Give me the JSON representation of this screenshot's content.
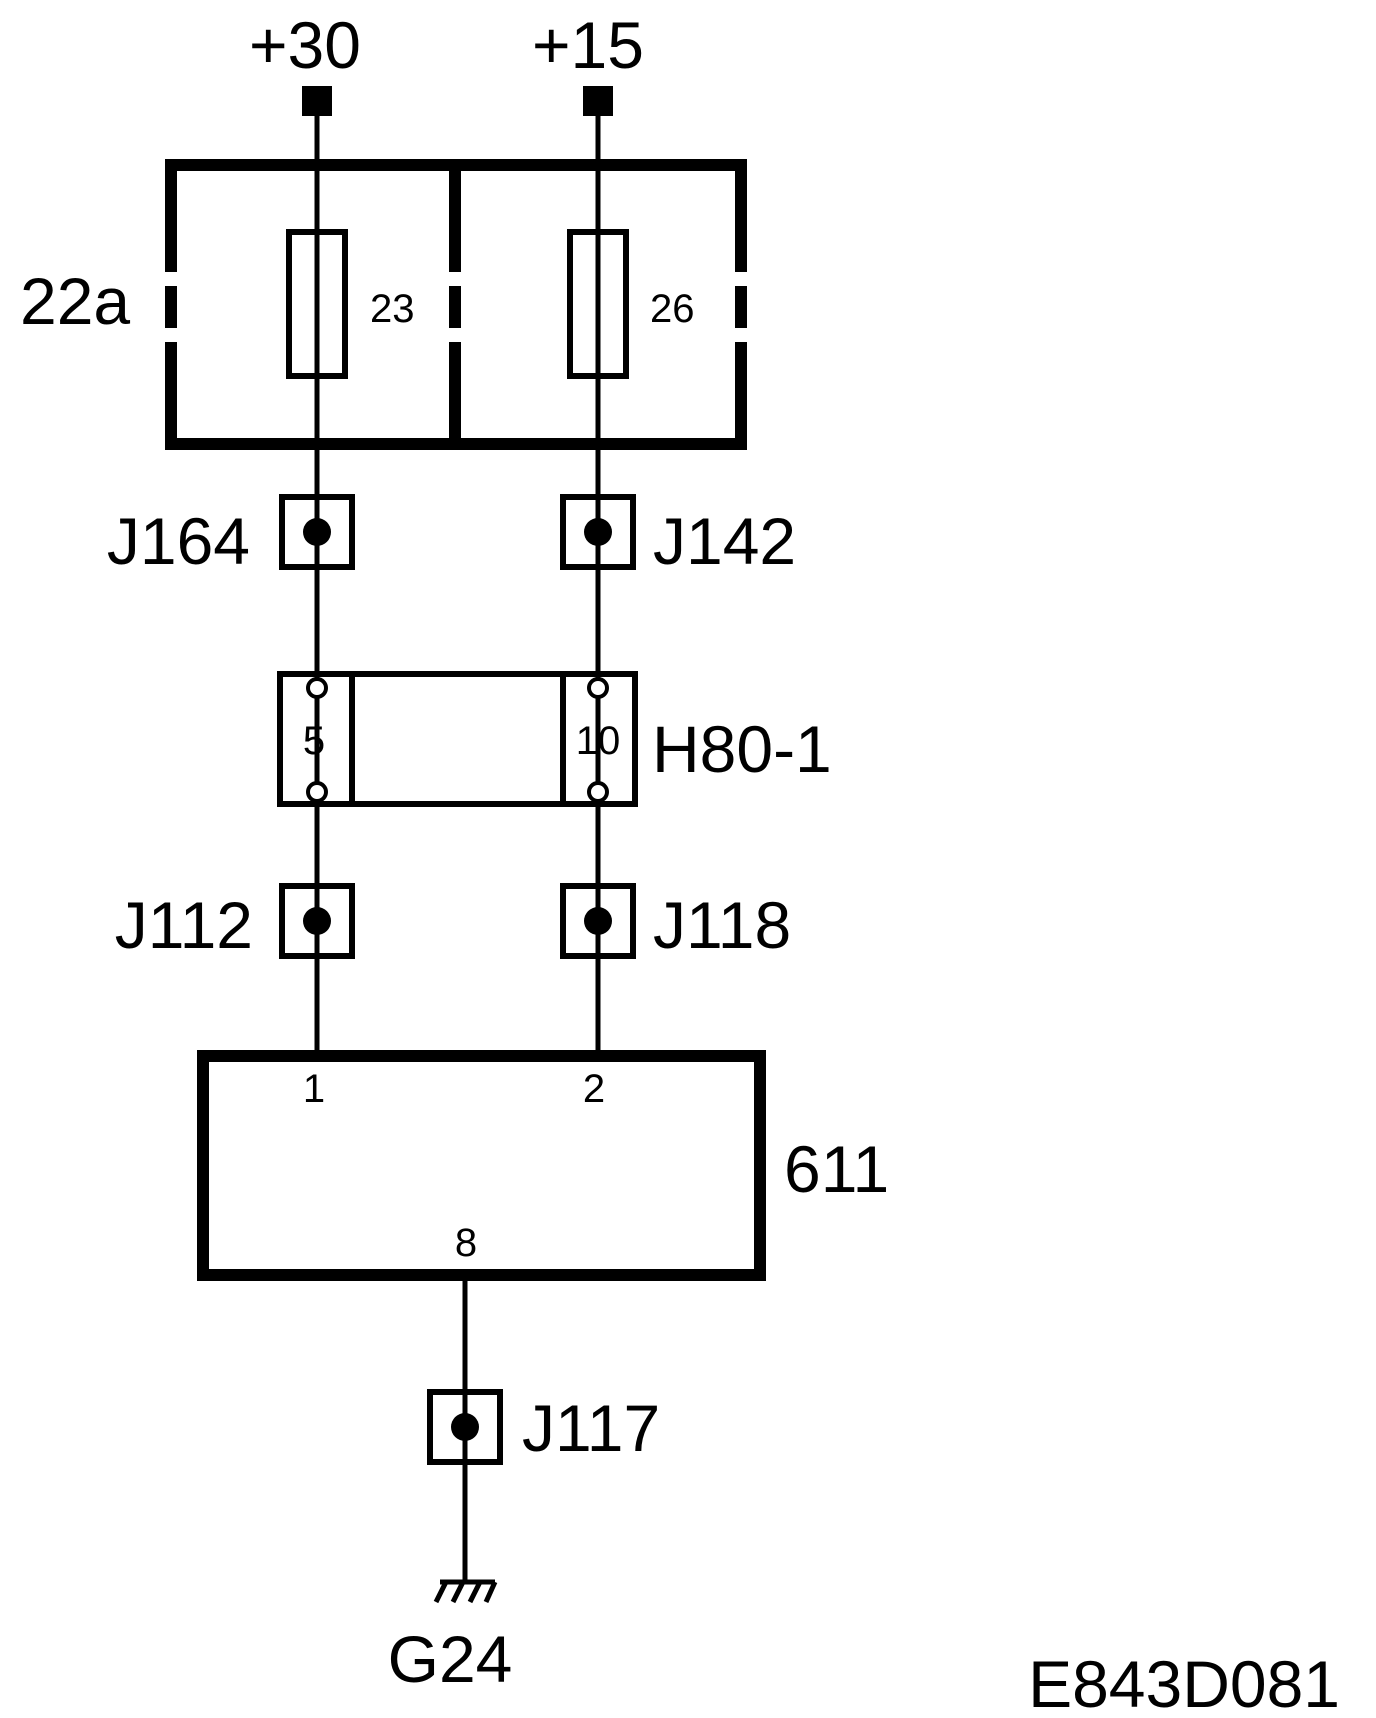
{
  "supplies": {
    "kl30": "+30",
    "kl15": "+15"
  },
  "fuse_box": {
    "label": "22a",
    "fuse_left": "23",
    "fuse_right": "26"
  },
  "junctions": {
    "j164": "J164",
    "j142": "J142",
    "j112": "J112",
    "j118": "J118",
    "j117": "J117"
  },
  "connector": {
    "label": "H80-1",
    "pin_left": "5",
    "pin_right": "10"
  },
  "module": {
    "label": "611",
    "pin_1": "1",
    "pin_2": "2",
    "pin_8": "8"
  },
  "ground": {
    "label": "G24"
  },
  "diagram_code": "E843D081"
}
